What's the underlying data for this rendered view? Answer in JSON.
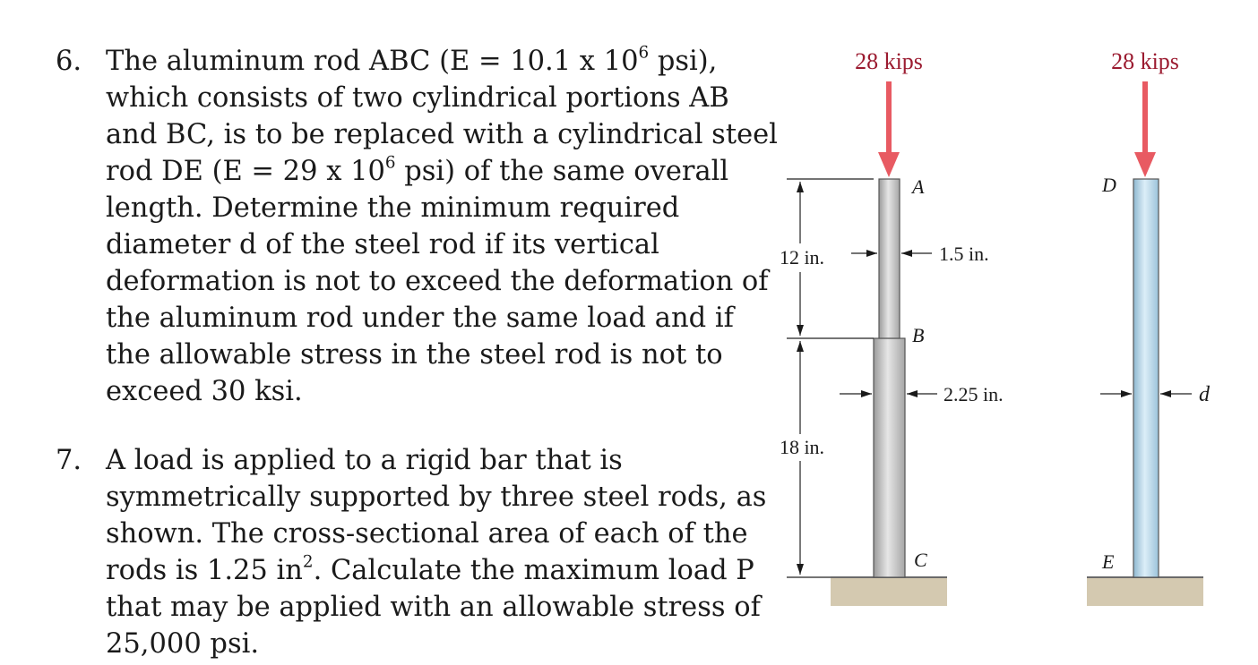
{
  "problems": [
    {
      "number": "6.",
      "lines": [
        [
          "The aluminum rod ABC (E = 10.1 x 10",
          "6",
          " psi),"
        ],
        [
          "which consists of two cylindrical portions AB"
        ],
        [
          "and BC, is to be replaced with a cylindrical steel"
        ],
        [
          "rod DE (E = 29 x 10",
          "6",
          " psi) of the same overall"
        ],
        [
          "length. Determine the minimum required"
        ],
        [
          "diameter d of the steel rod if its vertical"
        ],
        [
          "deformation is not to exceed the deformation of"
        ],
        [
          "the aluminum rod under the same load and if"
        ],
        [
          "the allowable stress in the steel rod is not to"
        ],
        [
          "exceed 30 ksi."
        ]
      ]
    },
    {
      "number": "7.",
      "lines": [
        [
          "A load is applied to a rigid bar that is"
        ],
        [
          "symmetrically supported by three steel rods, as"
        ],
        [
          "shown. The cross-sectional area of each of the"
        ],
        [
          "rods is 1.25 in",
          "2",
          ". Calculate the maximum load P"
        ],
        [
          "that may be applied with an allowable stress of"
        ],
        [
          "25,000 psi."
        ]
      ]
    }
  ],
  "figure": {
    "load_left": "28 kips",
    "load_right": "28 kips",
    "point_A": "A",
    "point_B": "B",
    "point_C": "C",
    "point_D": "D",
    "point_E": "E",
    "length_AB": "12 in.",
    "length_BC": "18 in.",
    "diameter_AB": "1.5 in.",
    "diameter_BC": "2.25 in.",
    "diameter_DE": "d",
    "colors": {
      "load_arrow": "#e85a62",
      "load_text": "#9b1b30",
      "rod_aluminum": "#c9c9c9",
      "rod_steel": "#b8d8ea",
      "ground": "#d4c9b0"
    }
  }
}
